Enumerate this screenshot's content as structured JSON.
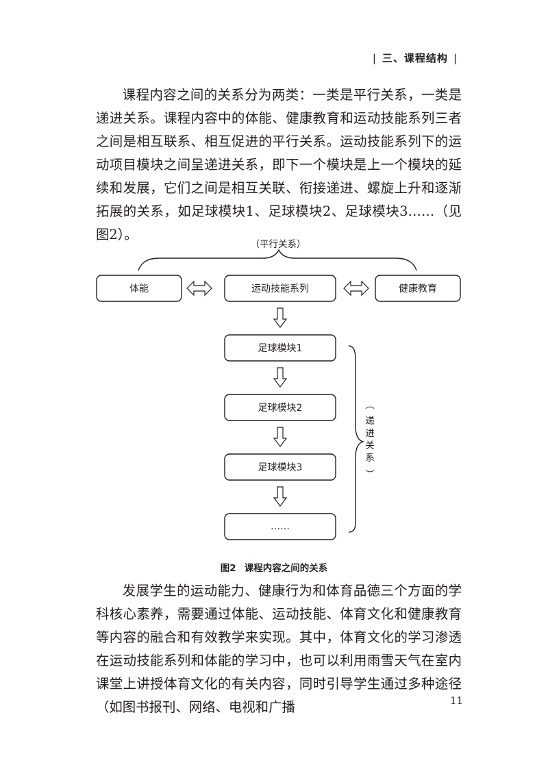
{
  "header": {
    "section_title": "三、课程结构"
  },
  "body": {
    "paragraph_1": "课程内容之间的关系分为两类：一类是平行关系，一类是递进关系。课程内容中的体能、健康教育和运动技能系列三者之间是相互联系、相互促进的平行关系。运动技能系列下的运动项目模块之间呈递进关系，即下一个模块是上一个模块的延续和发展，它们之间是相互关联、衔接递进、螺旋上升和逐渐拓展的关系，如足球模块1、足球模块2、足球模块3……（见图2）。",
    "paragraph_2": "发展学生的运动能力、健康行为和体育品德三个方面的学科核心素养，需要通过体能、运动技能、体育文化和健康教育等内容的融合和有效教学来实现。其中，体育文化的学习渗透在运动技能系列和体能的学习中，也可以利用雨雪天气在室内课堂上讲授体育文化的有关内容，同时引导学生通过多种途径（如图书报刊、网络、电视和广播"
  },
  "diagram": {
    "parallel_label": "（平行关系）",
    "progressive_label_chars": [
      "（",
      "递",
      "进",
      "关",
      "系",
      "）"
    ],
    "top_row": [
      "体能",
      "运动技能系列",
      "健康教育"
    ],
    "modules": [
      "足球模块1",
      "足球模块2",
      "足球模块3",
      "……"
    ]
  },
  "caption": {
    "figure_number": "图2",
    "title": "课程内容之间的关系"
  },
  "page_number": "11"
}
